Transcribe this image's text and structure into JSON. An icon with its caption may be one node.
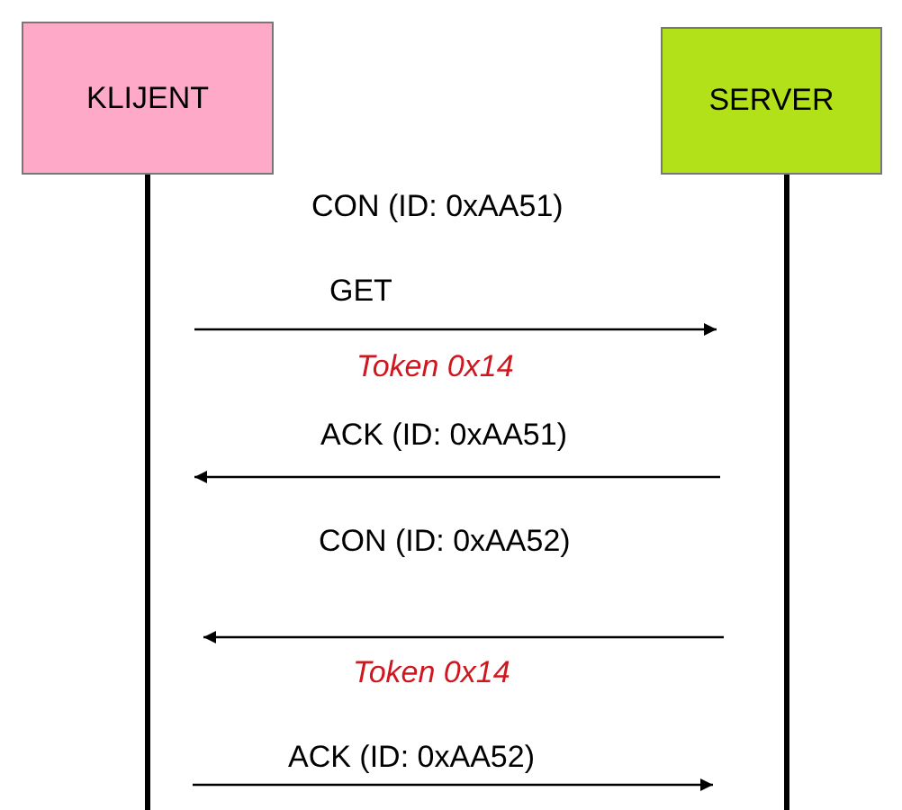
{
  "diagram": {
    "nodes": [
      {
        "text": [
          "KLIJENT"
        ]
      },
      {
        "text": [
          "SERVER"
        ]
      }
    ],
    "edges": [
      {
        "from": 0,
        "to": 1,
        "arrow": "to",
        "label": "GET"
      },
      {
        "from": 1,
        "to": 0,
        "arrow": "to",
        "label": "ACK (ID: 0xAA51)"
      },
      {
        "from": 1,
        "to": 0,
        "arrow": "to"
      },
      {
        "from": 0,
        "to": 1,
        "arrow": "to",
        "label": "ACK (ID: 0xAA52)"
      }
    ],
    "labels": [
      "CON (ID: 0xAA51)",
      "Token 0x14",
      "CON (ID: 0xAA52)",
      "Token 0x14"
    ]
  }
}
